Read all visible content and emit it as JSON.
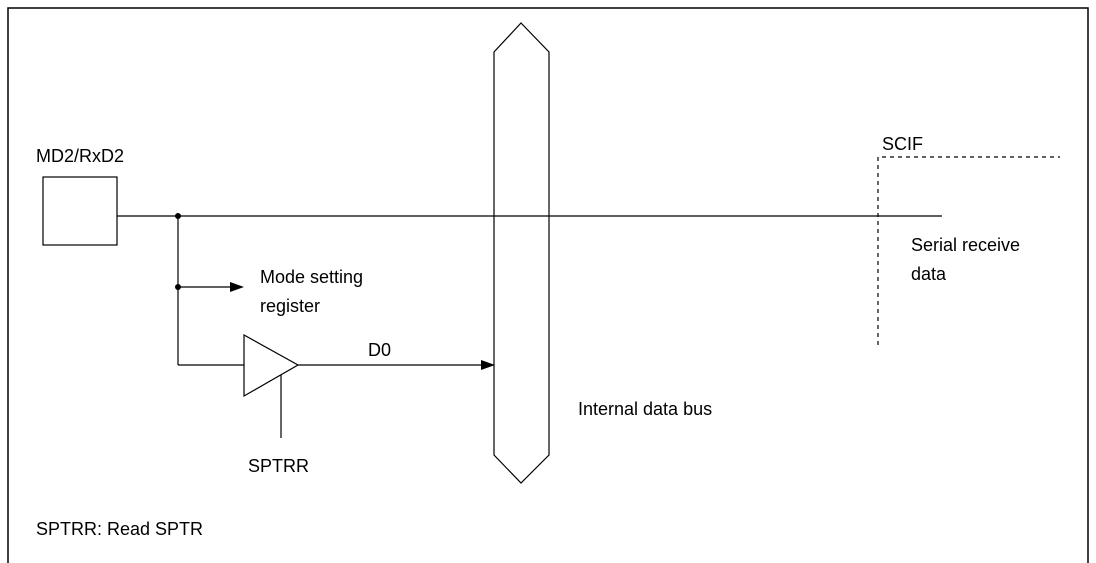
{
  "diagram": {
    "labels": {
      "pin": "MD2/RxD2",
      "mode_register_line1": "Mode setting",
      "mode_register_line2": "register",
      "d0": "D0",
      "sptrr": "SPTRR",
      "internal_bus": "Internal data bus",
      "scif": "SCIF",
      "serial_receive_line1": "Serial receive",
      "serial_receive_line2": "data",
      "footnote": "SPTRR:  Read SPTR"
    }
  }
}
